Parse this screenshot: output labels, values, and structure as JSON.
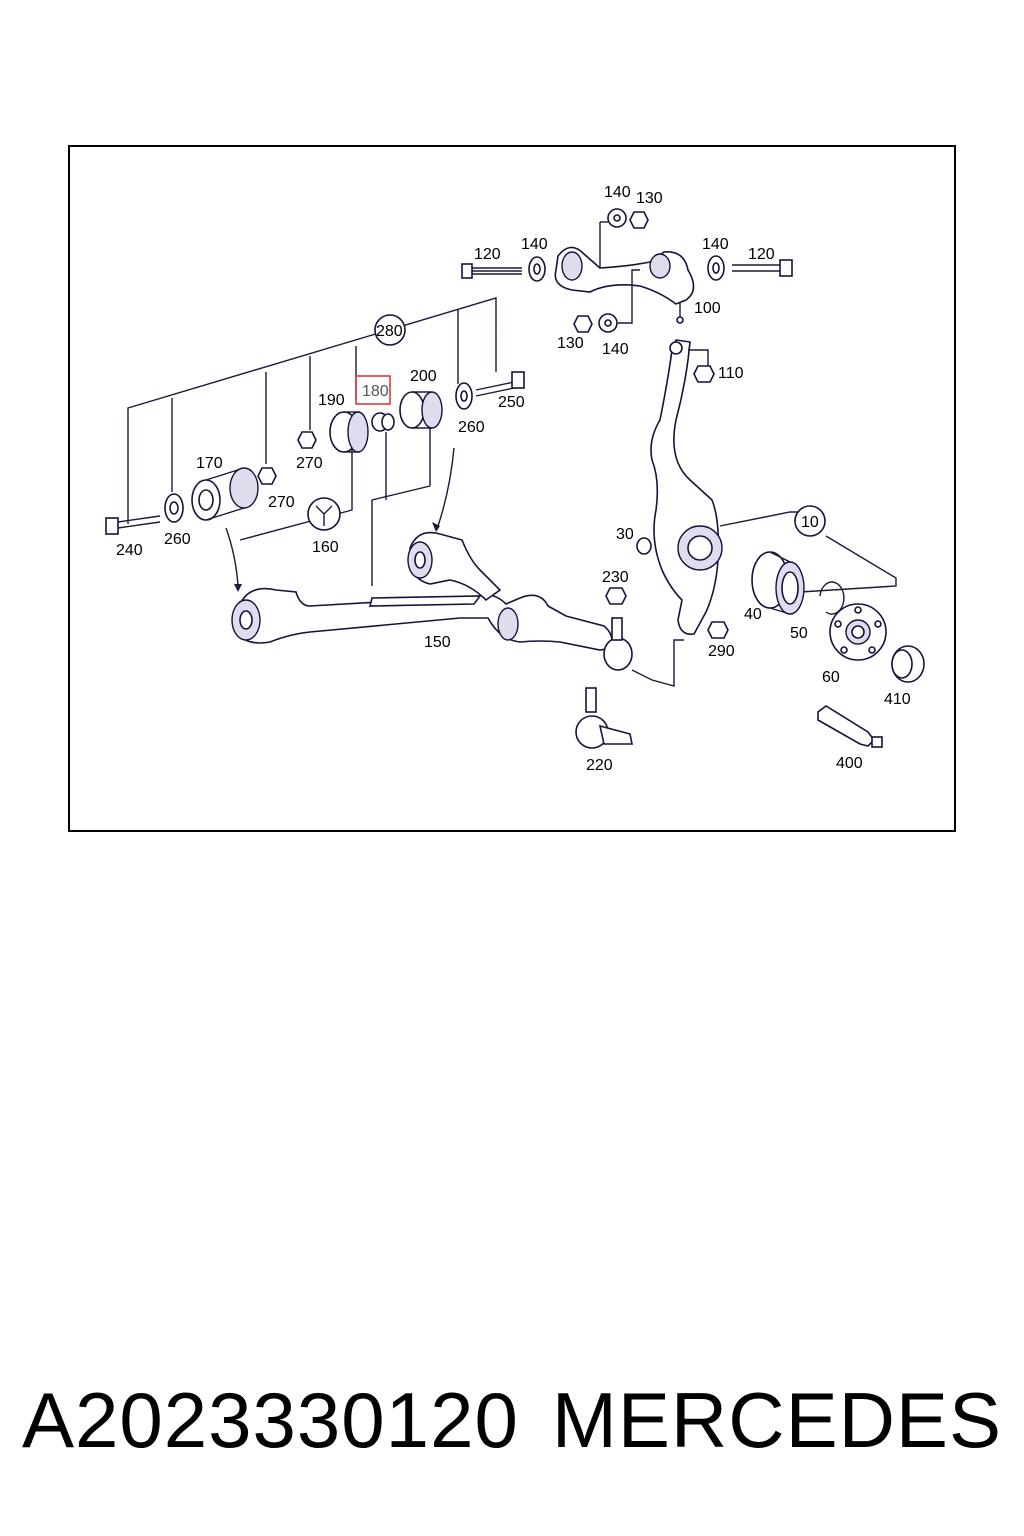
{
  "diagram": {
    "callouts": [
      "140",
      "130",
      "120",
      "140",
      "140",
      "120",
      "100",
      "130",
      "140",
      "110",
      "280",
      "190",
      "180",
      "200",
      "250",
      "260",
      "270",
      "170",
      "270",
      "240",
      "260",
      "160",
      "150",
      "30",
      "230",
      "10",
      "40",
      "50",
      "290",
      "60",
      "410",
      "220",
      "400"
    ],
    "highlighted_callout": "180",
    "highlight_color": "#e03a3a",
    "line_color": "#1a1a3a"
  },
  "footer": {
    "part_number": "A2023330120",
    "brand": "MERCEDES"
  }
}
